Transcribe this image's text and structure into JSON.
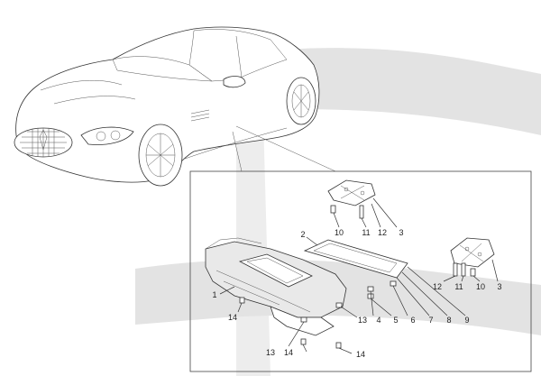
{
  "colors": {
    "swoosh": "#e3e3e3",
    "line": "#333333",
    "panel_border": "#444444",
    "background": "#ffffff"
  },
  "icons": {
    "car": "car-illustration",
    "part-1": "main-underbody-panel",
    "part-2": "flat-shield-plate",
    "part-3": "bracket-plate"
  },
  "callouts": {
    "c10a": "10",
    "c11a": "11",
    "c12a": "12",
    "c3a": "3",
    "c2": "2",
    "c12b": "12",
    "c11b": "11",
    "c10b": "10",
    "c3b": "3",
    "c1": "1",
    "c14a": "14",
    "c13a": "13",
    "c4": "4",
    "c5": "5",
    "c6": "6",
    "c7": "7",
    "c8": "8",
    "c9": "9",
    "c13b": "13",
    "c14b": "14",
    "c14c": "14"
  }
}
